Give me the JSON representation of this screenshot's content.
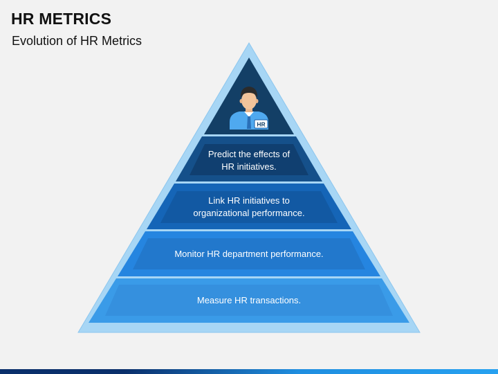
{
  "header": {
    "title": "HR METRICS",
    "subtitle": "Evolution of HR Metrics"
  },
  "pyramid": {
    "apex": {
      "icon": "hr-person-icon",
      "badge_label": "HR"
    },
    "levels": [
      {
        "lines": [
          "Predict the effects of",
          "HR initiatives."
        ]
      },
      {
        "lines": [
          "Link HR initiatives to",
          "organizational performance."
        ]
      },
      {
        "lines": [
          "Monitor HR department performance."
        ]
      },
      {
        "lines": [
          "Measure HR transactions."
        ]
      }
    ]
  },
  "colors": {
    "outer_triangle": "#a7d6f5",
    "apex": "#133f66",
    "level_1": "#15508a",
    "level_1_inner": "#103f70",
    "level_2": "#1565b7",
    "level_2_inner": "#1259a3",
    "level_3": "#2585e0",
    "level_3_inner": "#2278cc",
    "level_4": "#3a9be8",
    "level_4_inner": "#3590de",
    "text": "#ffffff"
  }
}
